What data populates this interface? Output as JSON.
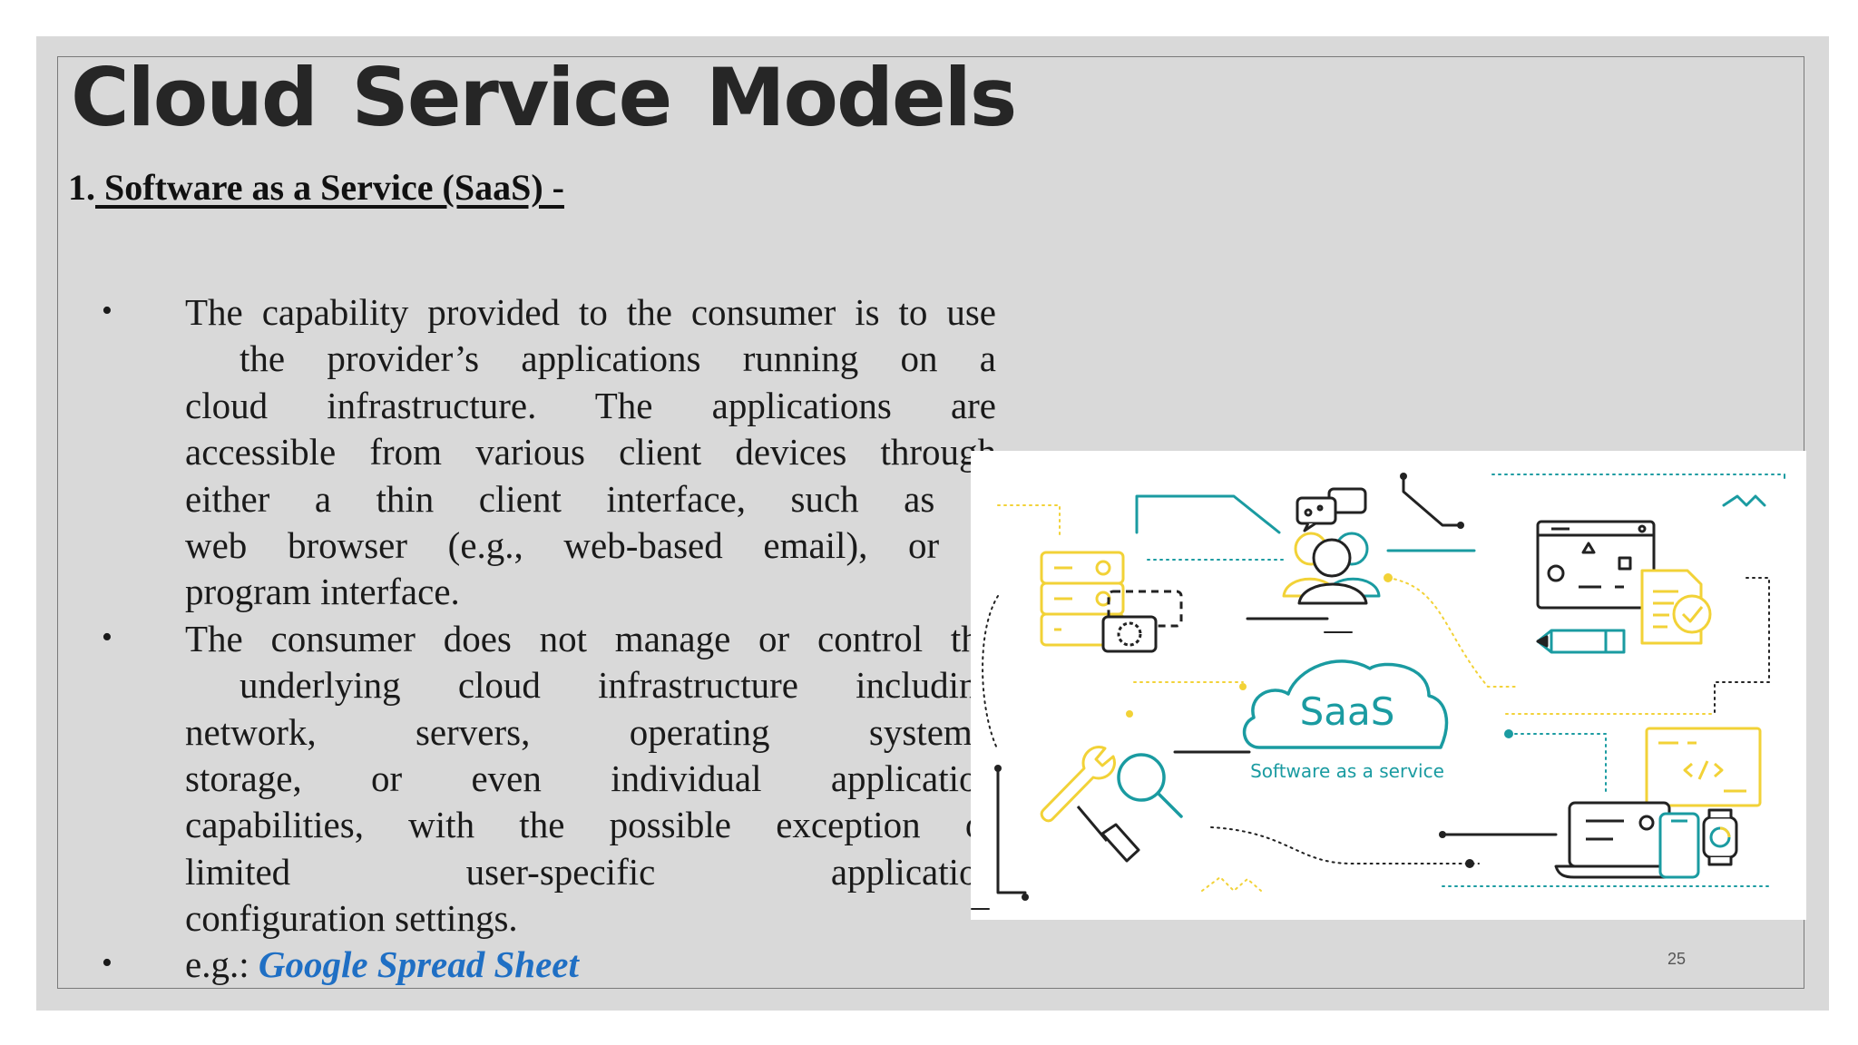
{
  "slide": {
    "title": "Cloud Service Models",
    "subheading": {
      "number": "1.",
      "text": " Software as a Service (SaaS) -"
    },
    "bullet_glyph": "•",
    "bullet_lines": [
      {
        "bullet": true,
        "indent": false,
        "last": false,
        "text": "The capability provided to the consumer is to use"
      },
      {
        "bullet": false,
        "indent": true,
        "last": false,
        "text": "the provider’s applications running on a"
      },
      {
        "bullet": false,
        "indent": false,
        "last": false,
        "text": "cloud infrastructure. The applications are"
      },
      {
        "bullet": false,
        "indent": false,
        "last": false,
        "text": "accessible from various client devices through"
      },
      {
        "bullet": false,
        "indent": false,
        "last": false,
        "text": "either a thin client interface, such as a"
      },
      {
        "bullet": false,
        "indent": false,
        "last": false,
        "text": "web browser (e.g., web-based email), or a"
      },
      {
        "bullet": false,
        "indent": false,
        "last": true,
        "text": "program interface."
      },
      {
        "bullet": true,
        "indent": false,
        "last": false,
        "text": "The consumer does not manage or control the"
      },
      {
        "bullet": false,
        "indent": true,
        "last": false,
        "text": "underlying cloud infrastructure including"
      },
      {
        "bullet": false,
        "indent": false,
        "last": false,
        "text": "network, servers, operating systems,"
      },
      {
        "bullet": false,
        "indent": false,
        "last": false,
        "text": "storage, or even individual application"
      },
      {
        "bullet": false,
        "indent": false,
        "last": false,
        "text": "capabilities, with the possible exception of"
      },
      {
        "bullet": false,
        "indent": false,
        "last": false,
        "text": "limited user-specific application"
      },
      {
        "bullet": false,
        "indent": false,
        "last": true,
        "text": "configuration settings."
      }
    ],
    "example": {
      "prefix": "e.g.: ",
      "link_text": "Google Spread Sheet"
    },
    "page_number": "25"
  },
  "illustration": {
    "cloud_label": "SaaS",
    "caption": "Software as a service",
    "colors": {
      "teal": "#1a9ba1",
      "yellow": "#f2d237",
      "dark": "#222222"
    },
    "icons": [
      "server-icon",
      "gear-icon",
      "users-icon",
      "chat-icon",
      "browser-window-icon",
      "pencil-icon",
      "document-check-icon",
      "wrench-icon",
      "magnifier-icon",
      "screwdriver-icon",
      "code-window-icon",
      "laptop-icon",
      "phone-icon",
      "watch-icon",
      "cloud-icon"
    ]
  }
}
